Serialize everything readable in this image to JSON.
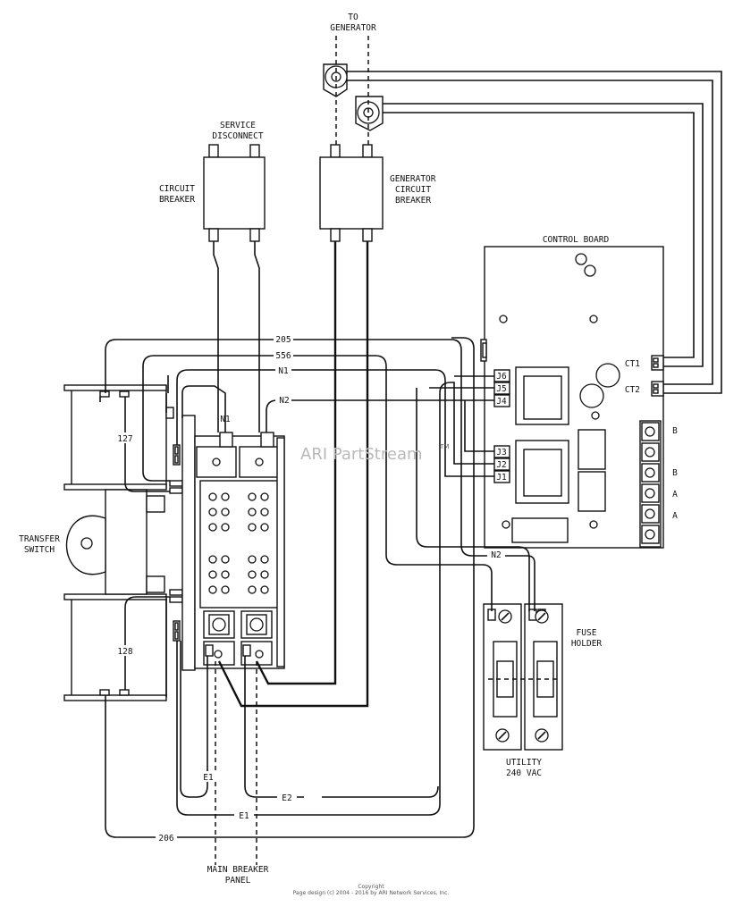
{
  "labels": {
    "to_generator_1": "TO",
    "to_generator_2": "GENERATOR",
    "service_disconnect_1": "SERVICE",
    "service_disconnect_2": "DISCONNECT",
    "circuit_breaker_1": "CIRCUIT",
    "circuit_breaker_2": "BREAKER",
    "generator_cb_1": "GENERATOR",
    "generator_cb_2": "CIRCUIT",
    "generator_cb_3": "BREAKER",
    "control_board": "CONTROL BOARD",
    "transfer_switch_1": "TRANSFER",
    "transfer_switch_2": "SWITCH",
    "fuse_holder_1": "FUSE",
    "fuse_holder_2": "HOLDER",
    "utility_1": "UTILITY",
    "utility_2": "240 VAC",
    "main_breaker_1": "MAIN BREAKER",
    "main_breaker_2": "PANEL"
  },
  "wires": {
    "w205": "205",
    "w556": "556",
    "n1": "N1",
    "n2": "N2",
    "n2b": "N2",
    "n1_terminal": "N1",
    "e1": "E1",
    "e1b": "E1",
    "e2": "E2",
    "w206": "206",
    "w127": "127",
    "w128": "128"
  },
  "connectors": {
    "ct1": "CT1",
    "ct2": "CT2",
    "j6": "J6",
    "j5": "J5",
    "j4": "J4",
    "j3": "J3",
    "j2": "J2",
    "j1": "J1"
  },
  "terminals": [
    "B",
    "B",
    "A",
    "A"
  ],
  "watermark": "ARI PartStream",
  "trademark": "TM",
  "footer": {
    "line1": "Copyright",
    "line2": "Page design (c) 2004 - 2016 by ARI Network Services, Inc."
  }
}
